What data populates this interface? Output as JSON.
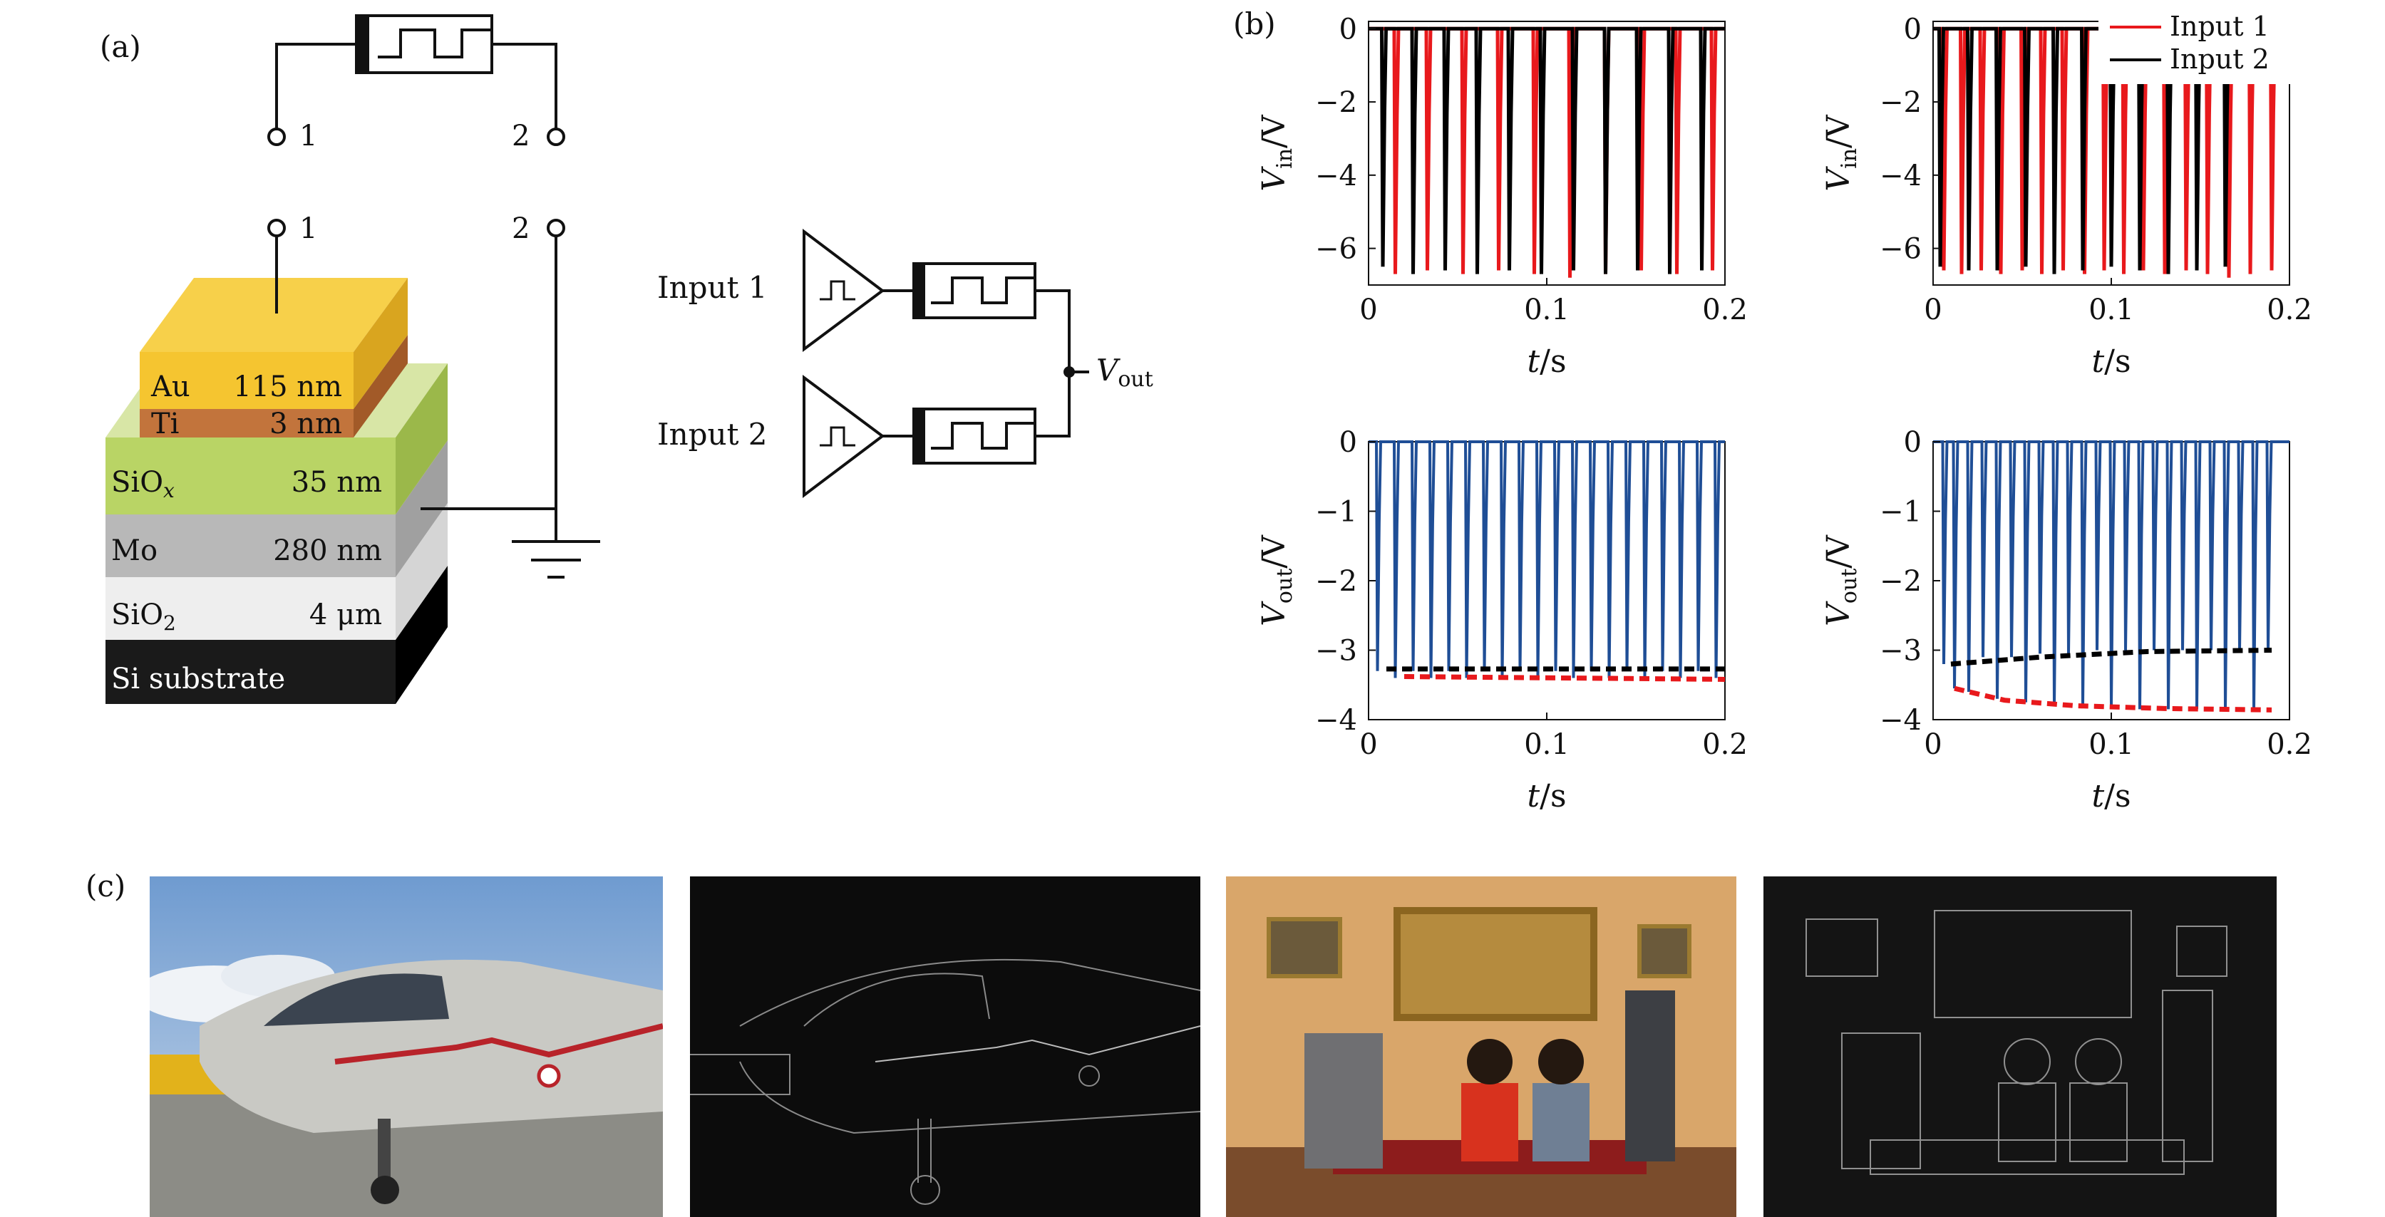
{
  "panel_labels": {
    "a": "(a)",
    "b": "(b)",
    "c": "(c)"
  },
  "device": {
    "top_terminal_1": "1",
    "top_terminal_2": "2",
    "terminal_1": "1",
    "terminal_2": "2",
    "layers": [
      {
        "name": "Au",
        "thickness": "115 nm",
        "color": "#f5cd3a"
      },
      {
        "name": "Ti",
        "thickness": "3 nm",
        "color": "#c2743c"
      },
      {
        "name": "SiOx",
        "thickness": "35 nm",
        "color": "#b9d465"
      },
      {
        "name": "Mo",
        "thickness": "280 nm",
        "color": "#b5b5b5"
      },
      {
        "name": "SiO2",
        "thickness": "4 μm",
        "color": "#eeeeee"
      },
      {
        "name": "Si substrate",
        "thickness": "",
        "color": "#1a1a1a"
      }
    ]
  },
  "circuit": {
    "input1": "Input 1",
    "input2": "Input 2",
    "vout": "Vout"
  },
  "chart_data": [
    {
      "type": "line",
      "panel": "b-top-left",
      "xlabel": "t/s",
      "ylabel": "Vin/V",
      "xlim": [
        0,
        0.2
      ],
      "ylim": [
        -7,
        0.2
      ],
      "xticks": [
        "0",
        "0.1",
        "0.2"
      ],
      "yticks": [
        "0",
        "-2",
        "-4",
        "-6"
      ],
      "series": [
        {
          "name": "Input 1",
          "color": "#e8191c",
          "spike_times": [
            0.015,
            0.033,
            0.053,
            0.073,
            0.093,
            0.113,
            0.133,
            0.153,
            0.173,
            0.193
          ],
          "spike_min": [
            -6.7,
            -6.6,
            -6.7,
            -6.6,
            -6.7,
            -6.8,
            -6.7,
            -6.6,
            -6.7,
            -6.6
          ]
        },
        {
          "name": "Input 2",
          "color": "#000000",
          "spike_times": [
            0.008,
            0.025,
            0.043,
            0.061,
            0.079,
            0.097,
            0.115,
            0.133,
            0.151,
            0.169,
            0.187
          ],
          "spike_min": [
            -6.5,
            -6.7,
            -6.6,
            -6.7,
            -6.6,
            -6.7,
            -6.6,
            -6.7,
            -6.6,
            -6.7,
            -6.6
          ]
        }
      ]
    },
    {
      "type": "line",
      "panel": "b-top-right",
      "xlabel": "t/s",
      "ylabel": "Vin/V",
      "xlim": [
        0,
        0.2
      ],
      "ylim": [
        -7,
        0.2
      ],
      "xticks": [
        "0",
        "0.1",
        "0.2"
      ],
      "yticks": [
        "0",
        "-2",
        "-4",
        "-6"
      ],
      "legend": "top-right",
      "series": [
        {
          "name": "Input 1",
          "color": "#e8191c",
          "spike_times": [
            0.006,
            0.016,
            0.027,
            0.038,
            0.05,
            0.061,
            0.073,
            0.085,
            0.096,
            0.107,
            0.118,
            0.13,
            0.142,
            0.154,
            0.166,
            0.178,
            0.19
          ],
          "spike_min": [
            -6.6,
            -6.7,
            -6.6,
            -6.7,
            -6.6,
            -6.7,
            -6.6,
            -6.7,
            -6.6,
            -6.7,
            -6.6,
            -6.7,
            -6.6,
            -6.7,
            -6.8,
            -6.7,
            -6.6
          ]
        },
        {
          "name": "Input 2",
          "color": "#000000",
          "spike_times": [
            0.004,
            0.02,
            0.036,
            0.052,
            0.068,
            0.084,
            0.1,
            0.116,
            0.132,
            0.148,
            0.164
          ],
          "spike_min": [
            -6.5,
            -6.6,
            -6.6,
            -6.5,
            -6.7,
            -6.6,
            -6.5,
            -6.6,
            -6.7,
            -6.6,
            -6.5
          ]
        }
      ]
    },
    {
      "type": "line",
      "panel": "b-bottom-left",
      "xlabel": "t/s",
      "ylabel": "Vout/V",
      "xlim": [
        0,
        0.2
      ],
      "ylim": [
        -4,
        0
      ],
      "xticks": [
        "0",
        "0.1",
        "0.2"
      ],
      "yticks": [
        "0",
        "-1",
        "-2",
        "-3",
        "-4"
      ],
      "series": [
        {
          "name": "Vout",
          "color": "#1f4e96",
          "spike_times": [
            0.005,
            0.015,
            0.025,
            0.035,
            0.045,
            0.055,
            0.065,
            0.075,
            0.085,
            0.095,
            0.105,
            0.115,
            0.125,
            0.135,
            0.145,
            0.155,
            0.165,
            0.175,
            0.185,
            0.195
          ],
          "spike_min": [
            -3.3,
            -3.4,
            -3.3,
            -3.4,
            -3.3,
            -3.4,
            -3.3,
            -3.4,
            -3.3,
            -3.4,
            -3.3,
            -3.4,
            -3.3,
            -3.4,
            -3.3,
            -3.4,
            -3.3,
            -3.4,
            -3.3,
            -3.4
          ]
        },
        {
          "name": "envelope-black",
          "color": "#000000",
          "dashed": true,
          "x": [
            0.01,
            0.2
          ],
          "y": [
            -3.27,
            -3.27
          ]
        },
        {
          "name": "envelope-red",
          "color": "#e8191c",
          "dashed": true,
          "x": [
            0.02,
            0.2
          ],
          "y": [
            -3.38,
            -3.42
          ]
        }
      ]
    },
    {
      "type": "line",
      "panel": "b-bottom-right",
      "xlabel": "t/s",
      "ylabel": "Vout/V",
      "xlim": [
        0,
        0.2
      ],
      "ylim": [
        -4,
        0
      ],
      "xticks": [
        "0",
        "0.1",
        "0.2"
      ],
      "yticks": [
        "0",
        "-1",
        "-2",
        "-3",
        "-4"
      ],
      "series": [
        {
          "name": "Vout",
          "color": "#1f4e96",
          "spike_times": [
            0.006,
            0.012,
            0.02,
            0.028,
            0.036,
            0.044,
            0.052,
            0.06,
            0.068,
            0.076,
            0.084,
            0.092,
            0.1,
            0.108,
            0.116,
            0.124,
            0.132,
            0.14,
            0.148,
            0.156,
            0.164,
            0.172,
            0.18,
            0.188
          ],
          "spike_min": [
            -3.2,
            -3.55,
            -3.6,
            -3.1,
            -3.7,
            -3.1,
            -3.75,
            -3.05,
            -3.8,
            -3.05,
            -3.8,
            -3.0,
            -3.8,
            -3.0,
            -3.85,
            -3.0,
            -3.85,
            -3.0,
            -3.85,
            -3.0,
            -3.85,
            -3.0,
            -3.85,
            -3.0
          ]
        },
        {
          "name": "envelope-black",
          "color": "#000000",
          "dashed": true,
          "x": [
            0.01,
            0.06,
            0.12,
            0.19
          ],
          "y": [
            -3.2,
            -3.1,
            -3.02,
            -3.0
          ]
        },
        {
          "name": "envelope-red",
          "color": "#e8191c",
          "dashed": true,
          "x": [
            0.012,
            0.04,
            0.08,
            0.13,
            0.19
          ],
          "y": [
            -3.55,
            -3.72,
            -3.8,
            -3.84,
            -3.86
          ]
        }
      ]
    }
  ],
  "images": [
    {
      "name": "jet-photo"
    },
    {
      "name": "jet-edges"
    },
    {
      "name": "gallery-photo"
    },
    {
      "name": "gallery-edges"
    }
  ]
}
